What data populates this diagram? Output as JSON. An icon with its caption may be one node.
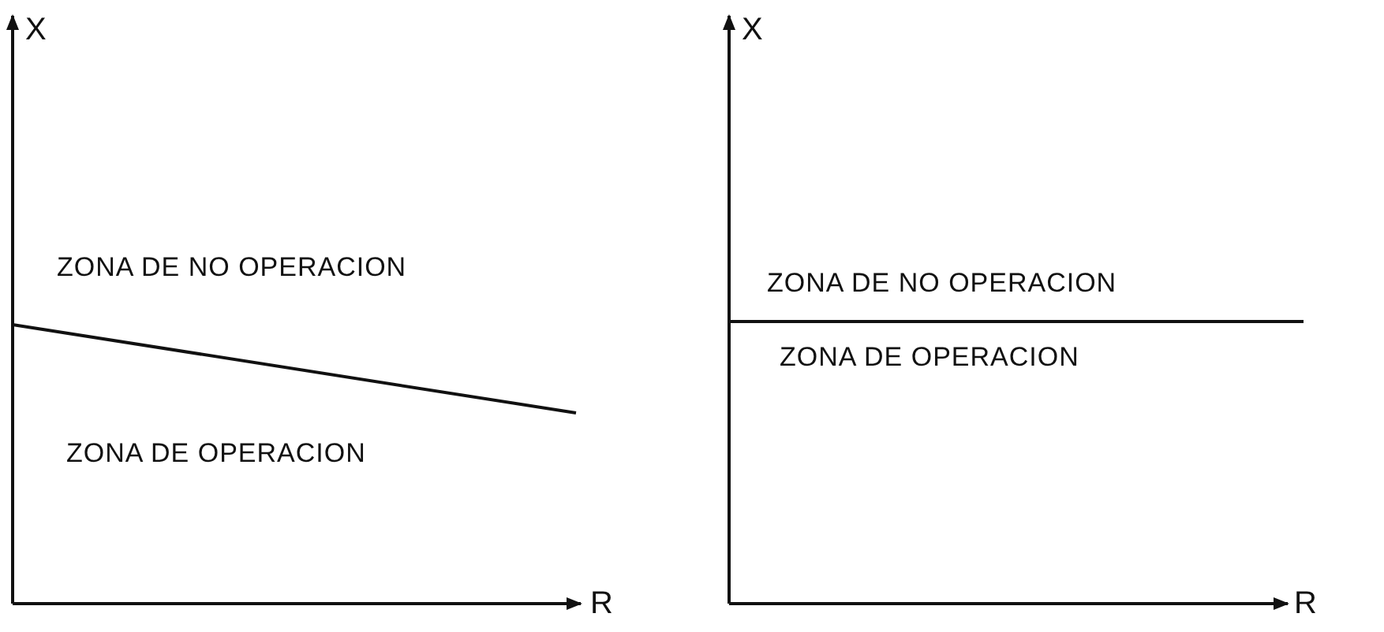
{
  "diagram": {
    "labels": [
      "X",
      "ZONA DE NO OPERACION",
      "ZONA DE OPERACION",
      "R",
      "X",
      "ZONA DE NO OPERACION",
      "ZONA DE OPERACION",
      "R"
    ]
  }
}
